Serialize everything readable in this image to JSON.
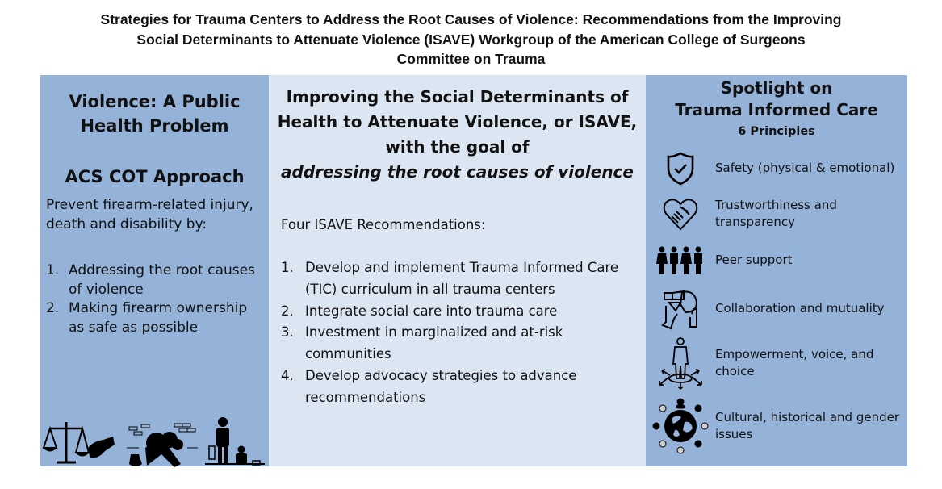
{
  "title": {
    "lines": [
      "Strategies for Trauma Centers to Address the Root Causes of Violence: Recommendations from the Improving",
      "Social Determinants to Attenuate Violence (ISAVE) Workgroup of the American College of Surgeons",
      "Committee on Trauma"
    ]
  },
  "colors": {
    "side_panel_bg": "#95b2d8",
    "center_panel_bg": "#dce6f3",
    "text": "#111111"
  },
  "left_panel": {
    "heading_line1": "Violence: A Public",
    "heading_line2": "Health Problem",
    "subheading": "ACS COT Approach",
    "intro": "Prevent firearm-related injury, death and disability by:",
    "items": [
      {
        "num": "1.",
        "text": "Addressing the root causes of violence"
      },
      {
        "num": "2.",
        "text": "Making firearm ownership as safe as possible"
      }
    ],
    "icons": [
      "justice-scale-bribe-icon",
      "homeless-family-icon",
      "single-parent-child-icon"
    ]
  },
  "center_panel": {
    "heading_line1": "Improving the Social Determinants of",
    "heading_line2": "Health to Attenuate Violence, or ISAVE,",
    "heading_line3": "with the goal of",
    "heading_italic": "addressing the root causes of violence",
    "subheading": "Four ISAVE Recommendations:",
    "items": [
      {
        "num": "1.",
        "text": "Develop and implement Trauma Informed Care (TIC) curriculum in all trauma centers"
      },
      {
        "num": "2.",
        "text": "Integrate social care into trauma care"
      },
      {
        "num": "3.",
        "text": "Investment in marginalized and at-risk communities"
      },
      {
        "num": "4.",
        "text": "Develop advocacy strategies to advance recommendations"
      }
    ]
  },
  "right_panel": {
    "heading_line1": "Spotlight on",
    "heading_line2": "Trauma Informed Care",
    "subheading": "6 Principles",
    "principles": [
      {
        "icon": "shield-check-icon",
        "text": "Safety (physical & emotional)"
      },
      {
        "icon": "heart-handshake-icon",
        "text": "Trustworthiness and transparency"
      },
      {
        "icon": "people-group-icon",
        "text": "Peer support"
      },
      {
        "icon": "hands-collaboration-icon",
        "text": "Collaboration and mutuality"
      },
      {
        "icon": "person-arrows-icon",
        "text": "Empowerment, voice, and choice"
      },
      {
        "icon": "globe-people-icon",
        "text": "Cultural, historical and gender issues"
      }
    ]
  }
}
